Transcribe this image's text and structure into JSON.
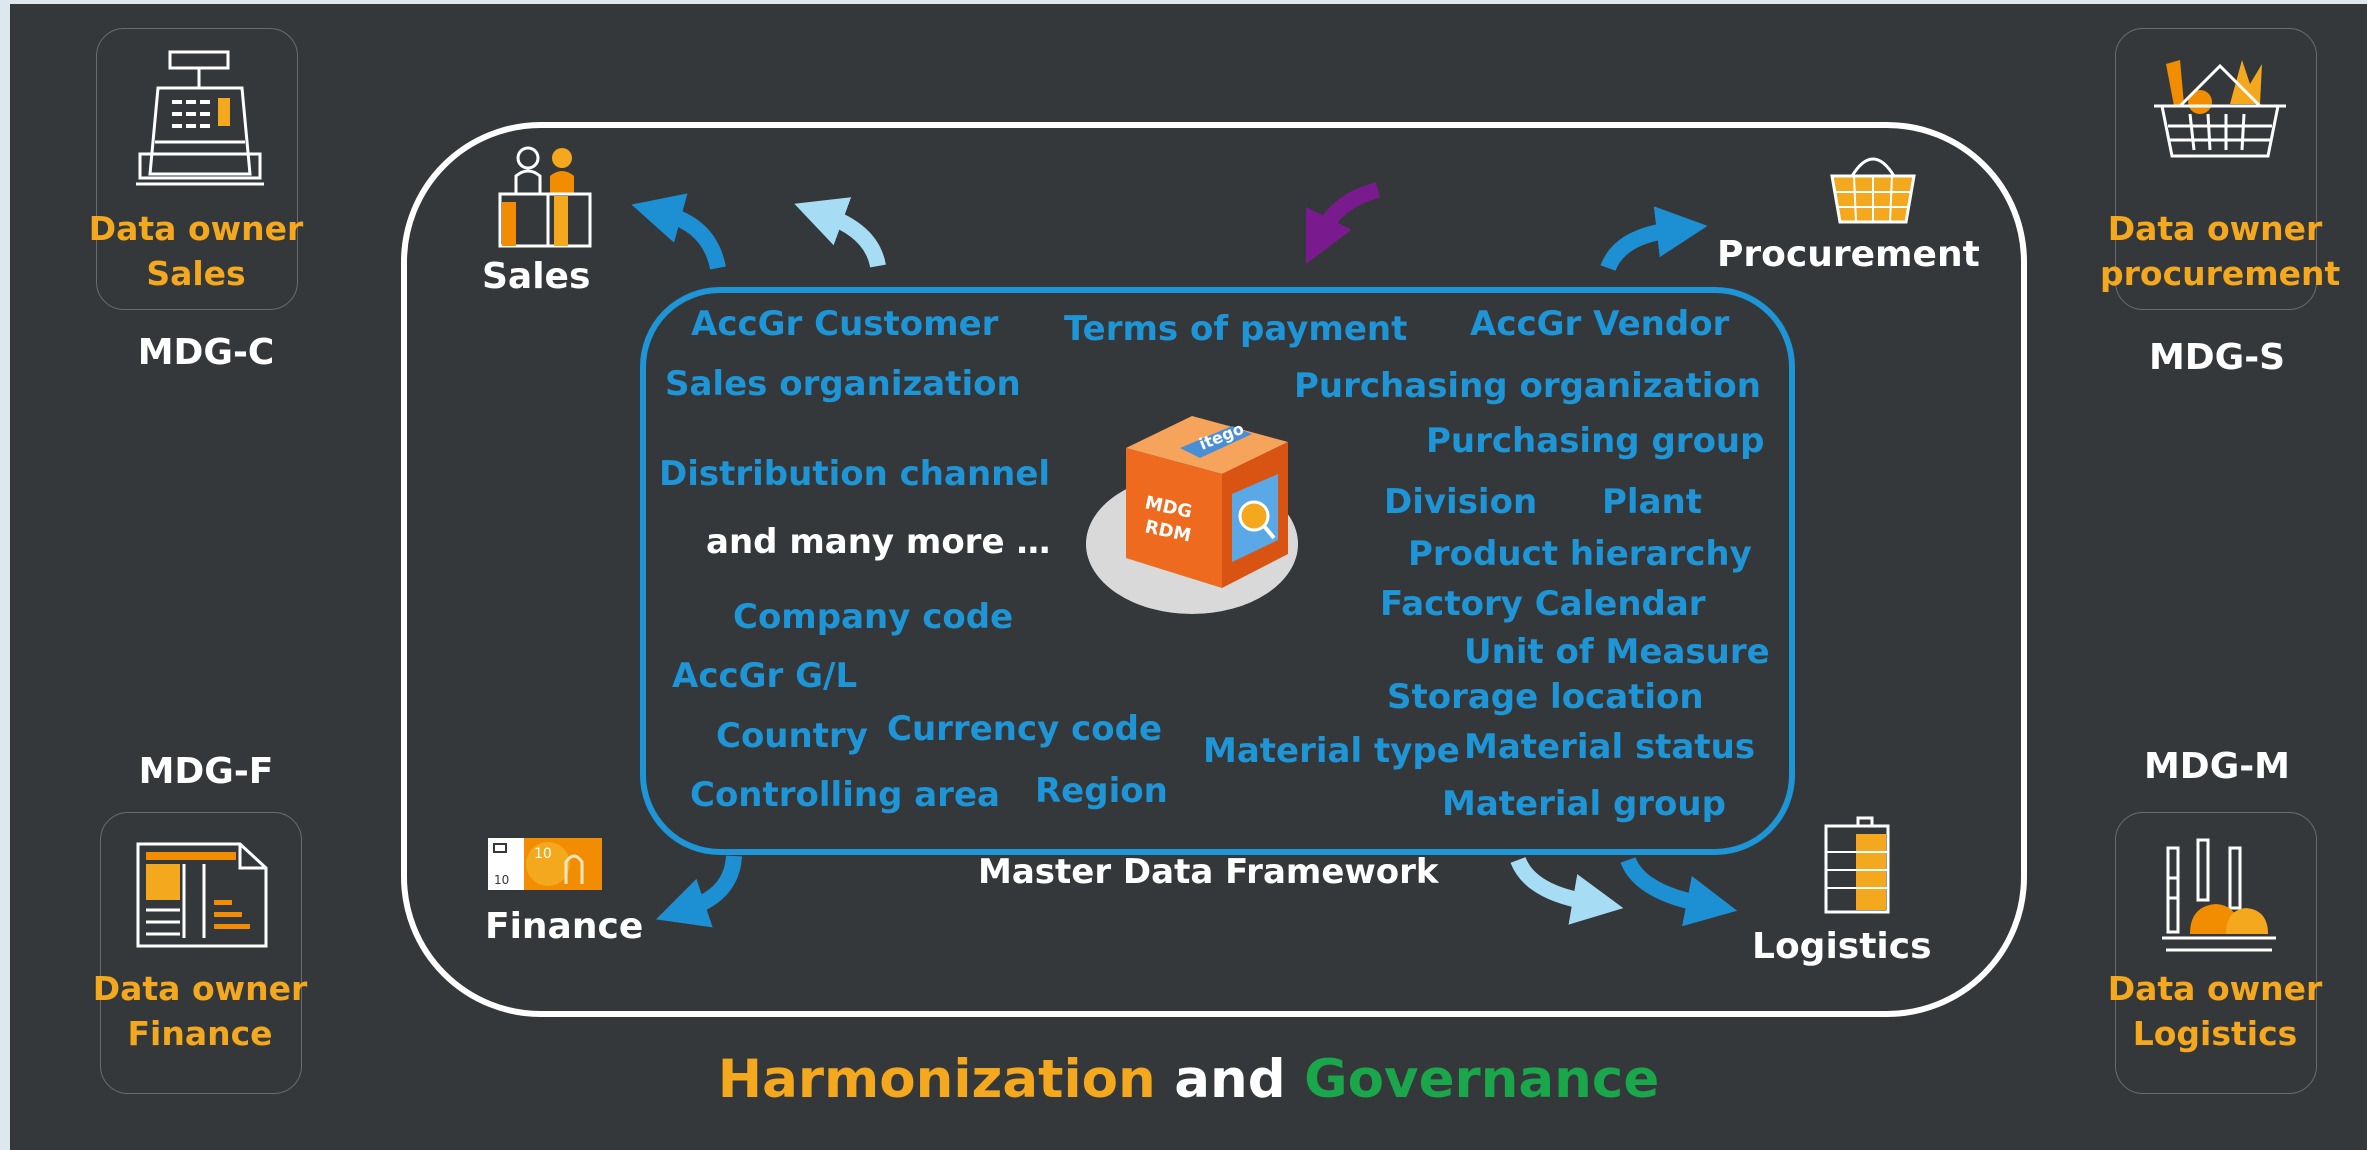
{
  "owners": {
    "sales": "Data owner\nSales",
    "procurement": "Data owner\nprocurement",
    "finance": "Data owner\nFinance",
    "logistics": "Data owner\nLogistics"
  },
  "modules": {
    "customer": "MDG-C",
    "supplier": "MDG-S",
    "finance": "MDG-F",
    "material": "MDG-M"
  },
  "departments": {
    "sales": "Sales",
    "procurement": "Procurement",
    "finance": "Finance",
    "logistics": "Logistics"
  },
  "terms": [
    "AccGr Customer",
    "Terms of payment",
    "AccGr Vendor",
    "Sales organization",
    "Purchasing organization",
    "Purchasing group",
    "Distribution channel",
    "Division",
    "Plant",
    "Product hierarchy",
    "Factory Calendar",
    "Company code",
    "Unit of Measure",
    "AccGr G/L",
    "Storage location",
    "Currency code",
    "Country",
    "Material type",
    "Material status",
    "Region",
    "Controlling area",
    "Material group"
  ],
  "more_text": "and many more …",
  "framework_caption": "Master Data Framework",
  "footer_title": {
    "part1": "Harmonization",
    "part2": " and ",
    "part3": "Governance"
  },
  "colors": {
    "background": "#35383b",
    "accent_blue": "#1d95d6",
    "accent_orange": "#f4a81d",
    "governance_green": "#1aa64a",
    "arrow_purple": "#7a1a8f"
  }
}
